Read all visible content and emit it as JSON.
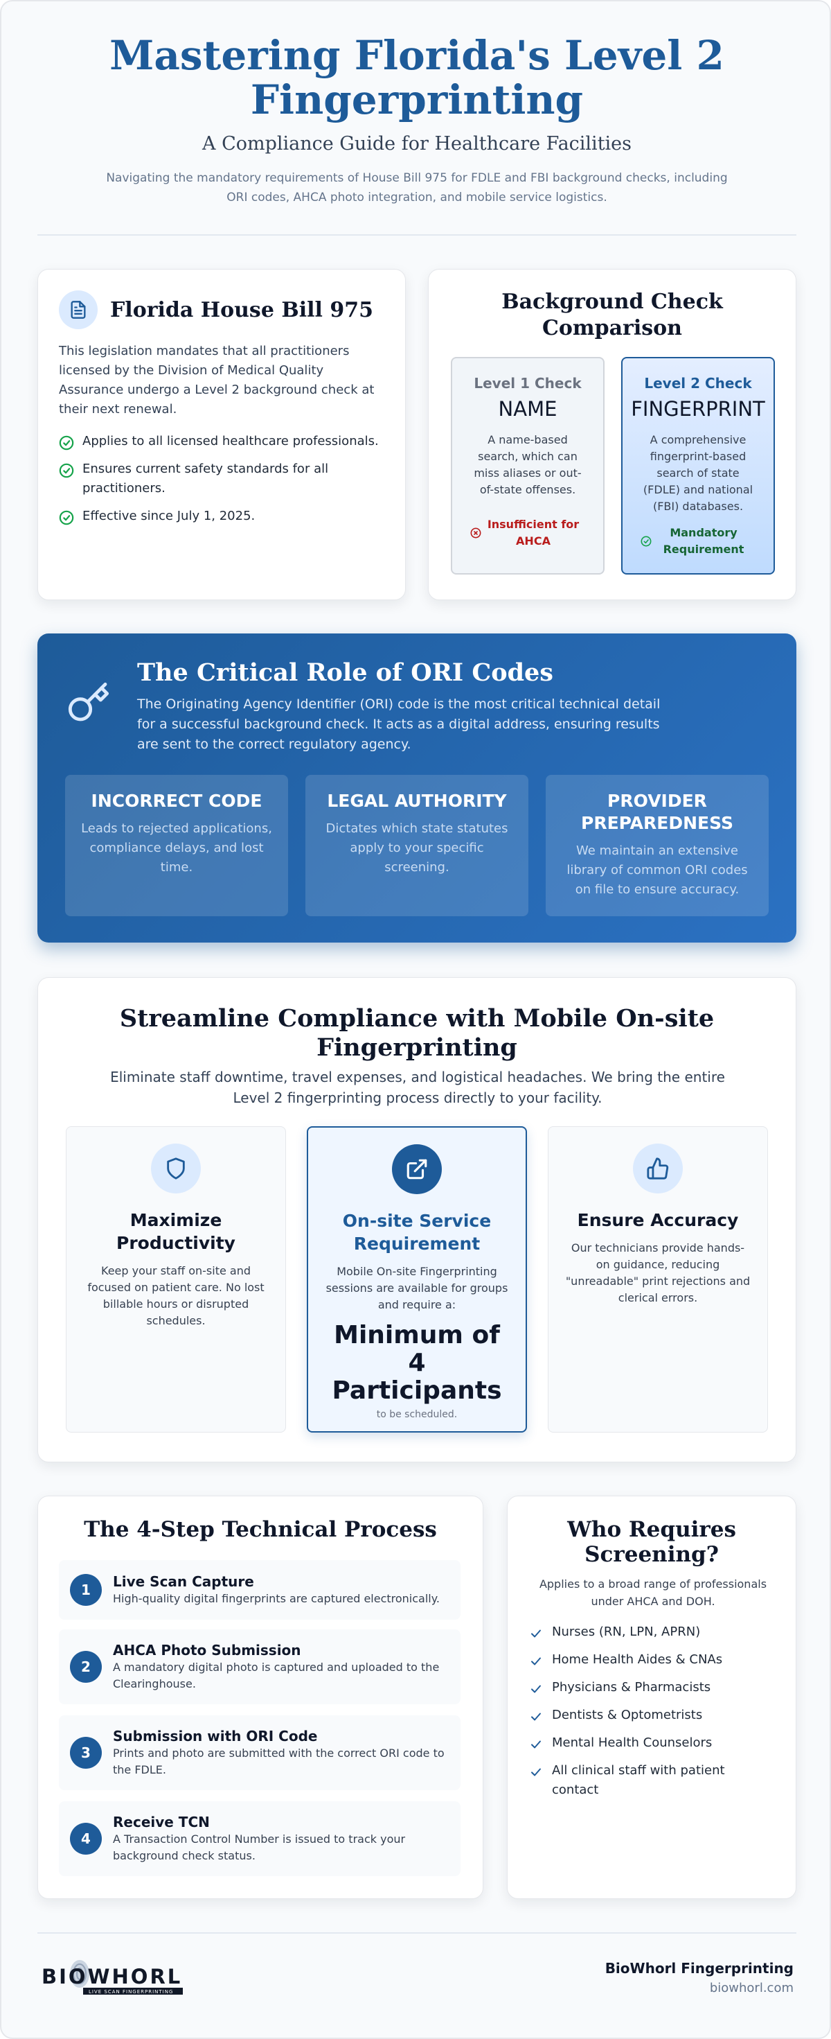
{
  "header": {
    "title": "Mastering Florida's Level 2 Fingerprinting",
    "subtitle": "A Compliance Guide for Healthcare Facilities",
    "intro": "Navigating the mandatory requirements of House Bill 975 for FDLE and FBI background checks, including ORI codes, AHCA photo integration, and mobile service logistics."
  },
  "bill": {
    "icon": "document-icon",
    "title": "Florida House Bill 975",
    "text": "This legislation mandates that all practitioners licensed by the Division of Medical Quality Assurance undergo a Level 2 background check at their next renewal.",
    "points": [
      "Applies to all licensed healthcare professionals.",
      "Ensures current safety standards for all practitioners.",
      "Effective since July 1, 2025."
    ]
  },
  "comparison": {
    "title": "Background Check Comparison",
    "level1": {
      "name": "Level 1 Check",
      "type": "NAME",
      "desc": "A name-based search, which can miss aliases or out-of-state offenses.",
      "status": "Insufficient for AHCA"
    },
    "level2": {
      "name": "Level 2 Check",
      "type": "FINGERPRINT",
      "desc": "A comprehensive fingerprint-based search of state (FDLE) and national (FBI) databases.",
      "status": "Mandatory Requirement"
    }
  },
  "ori": {
    "icon": "key-icon",
    "title": "The Critical Role of ORI Codes",
    "text": "The Originating Agency Identifier (ORI) code is the most critical technical detail for a successful background check. It acts as a digital address, ensuring results are sent to the correct regulatory agency.",
    "boxes": [
      {
        "title": "INCORRECT CODE",
        "text": "Leads to rejected applications, compliance delays, and lost time."
      },
      {
        "title": "LEGAL AUTHORITY",
        "text": "Dictates which state statutes apply to your specific screening."
      },
      {
        "title": "PROVIDER PREPAREDNESS",
        "text": "We maintain an extensive library of common ORI codes on file to ensure accuracy."
      }
    ]
  },
  "mobile": {
    "title": "Streamline Compliance with Mobile On-site Fingerprinting",
    "text": "Eliminate staff downtime, travel expenses, and logistical headaches. We bring the entire Level 2 fingerprinting process directly to your facility.",
    "col1": {
      "icon": "shield-icon",
      "title": "Maximize Productivity",
      "text": "Keep your staff on-site and focused on patient care. No lost billable hours or disrupted schedules."
    },
    "col2": {
      "icon": "external-link-icon",
      "title": "On-site Service Requirement",
      "text": "Mobile On-site Fingerprinting sessions are available for groups and require a:",
      "highlight": "Minimum of 4 Participants",
      "note": "to be scheduled."
    },
    "col3": {
      "icon": "thumbs-up-icon",
      "title": "Ensure Accuracy",
      "text": "Our technicians provide hands-on guidance, reducing \"unreadable\" print rejections and clerical errors."
    }
  },
  "steps": {
    "title": "The 4-Step Technical Process",
    "items": [
      {
        "num": "1",
        "title": "Live Scan Capture",
        "desc": "High-quality digital fingerprints are captured electronically."
      },
      {
        "num": "2",
        "title": "AHCA Photo Submission",
        "desc": "A mandatory digital photo is captured and uploaded to the Clearinghouse."
      },
      {
        "num": "3",
        "title": "Submission with ORI Code",
        "desc": "Prints and photo are submitted with the correct ORI code to the FDLE."
      },
      {
        "num": "4",
        "title": "Receive TCN",
        "desc": "A Transaction Control Number is issued to track your background check status."
      }
    ]
  },
  "who": {
    "title": "Who Requires Screening?",
    "text": "Applies to a broad range of professionals under AHCA and DOH.",
    "items": [
      "Nurses (RN, LPN, APRN)",
      "Home Health Aides & CNAs",
      "Physicians & Pharmacists",
      "Dentists & Optometrists",
      "Mental Health Counselors",
      "All clinical staff with patient contact"
    ]
  },
  "footer": {
    "logo_text": "BIOWHORL",
    "logo_tagline": "LIVE SCAN FINGERPRINTING",
    "brand": "BioWhorl Fingerprinting",
    "url": "biowhorl.com"
  },
  "colors": {
    "primary": "#1e5b99",
    "success": "#16a34a",
    "danger": "#b91c1c",
    "background": "#f8fafc"
  }
}
